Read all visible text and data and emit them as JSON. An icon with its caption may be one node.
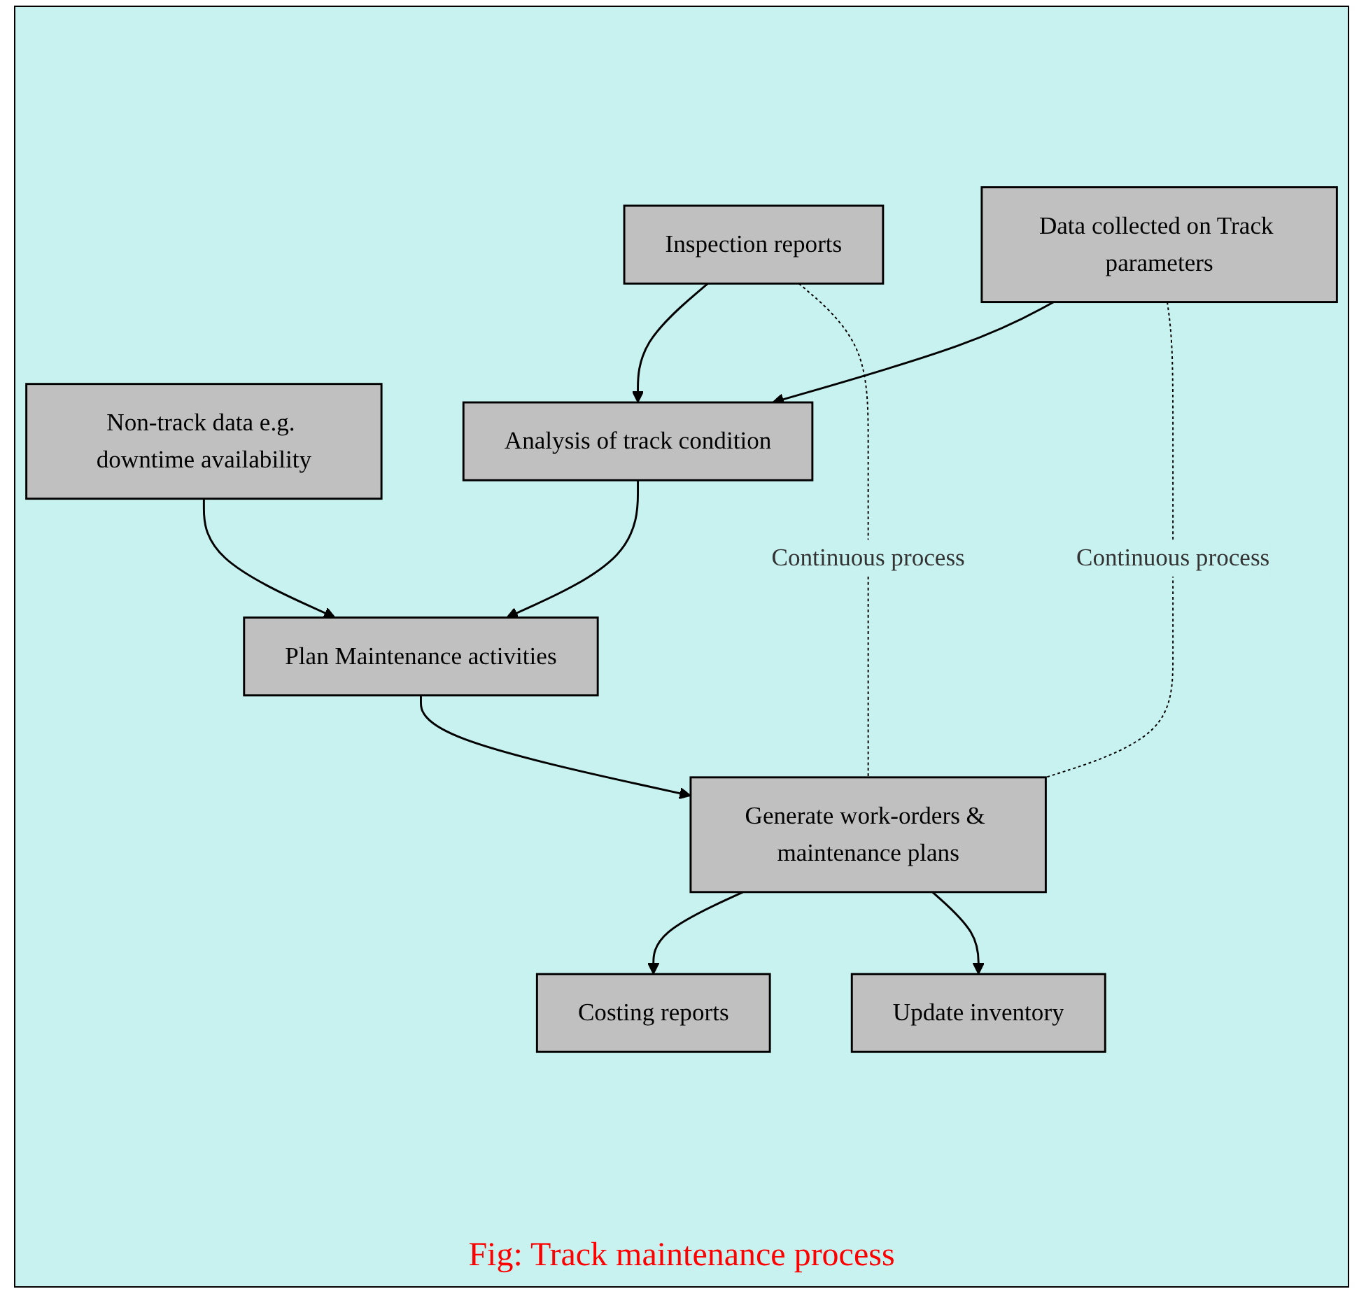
{
  "diagram": {
    "caption": "Fig: Track maintenance process",
    "nodes": [
      {
        "text": [
          "Inspection reports"
        ]
      },
      {
        "text": [
          "Analysis of track condition"
        ]
      },
      {
        "text": [
          "Data collected on Track parameters"
        ]
      },
      {
        "text": [
          "Non-track data e.g. downtime availability"
        ]
      },
      {
        "text": [
          "Plan Maintenance activities"
        ]
      },
      {
        "text": [
          "Generate work-orders & maintenance plans"
        ]
      },
      {
        "text": [
          "Costing reports"
        ]
      },
      {
        "text": [
          "Update inventory"
        ]
      }
    ],
    "edges": [
      {
        "from": 0,
        "to": 1,
        "arrow": "to"
      },
      {
        "from": 2,
        "to": 1,
        "arrow": "to"
      },
      {
        "from": 1,
        "to": 4,
        "arrow": "to"
      },
      {
        "from": 3,
        "to": 4,
        "arrow": "to"
      },
      {
        "from": 4,
        "to": 5,
        "arrow": "to"
      },
      {
        "from": 5,
        "to": 6,
        "arrow": "to"
      },
      {
        "from": 5,
        "to": 7,
        "arrow": "to"
      },
      {
        "from": 2,
        "to": 5,
        "arrow": "none",
        "style": "dashed",
        "label": "Continuous process"
      },
      {
        "from": 0,
        "to": 5,
        "arrow": "none",
        "style": "dashed",
        "label": "Continuous process"
      }
    ]
  }
}
